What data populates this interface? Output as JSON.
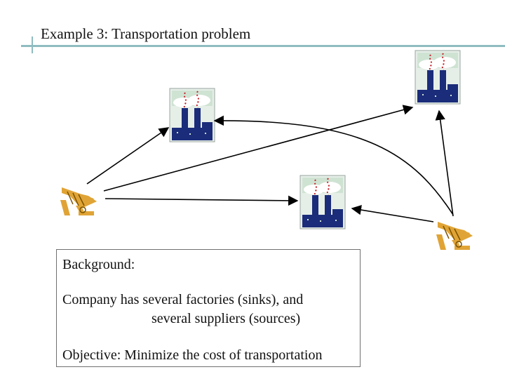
{
  "slide": {
    "title": "Example 3: Transportation problem"
  },
  "background_box": {
    "heading": "Background:",
    "line1": "Company has several factories (sinks), and",
    "line2": "several suppliers (sources)",
    "objective": "Objective:   Minimize the cost of transportation"
  },
  "colors": {
    "accent_rule": "#8fbcc0",
    "factory_navy": "#1b2c7a",
    "factory_sky": "#cfe3d3",
    "factory_grass": "#2a4a2a",
    "smoke_red": "#c8202a",
    "crane_orange": "#e0a436",
    "arrow": "#000000"
  },
  "icons": {
    "factory": "factory-icon",
    "supplier": "crane-icon"
  }
}
